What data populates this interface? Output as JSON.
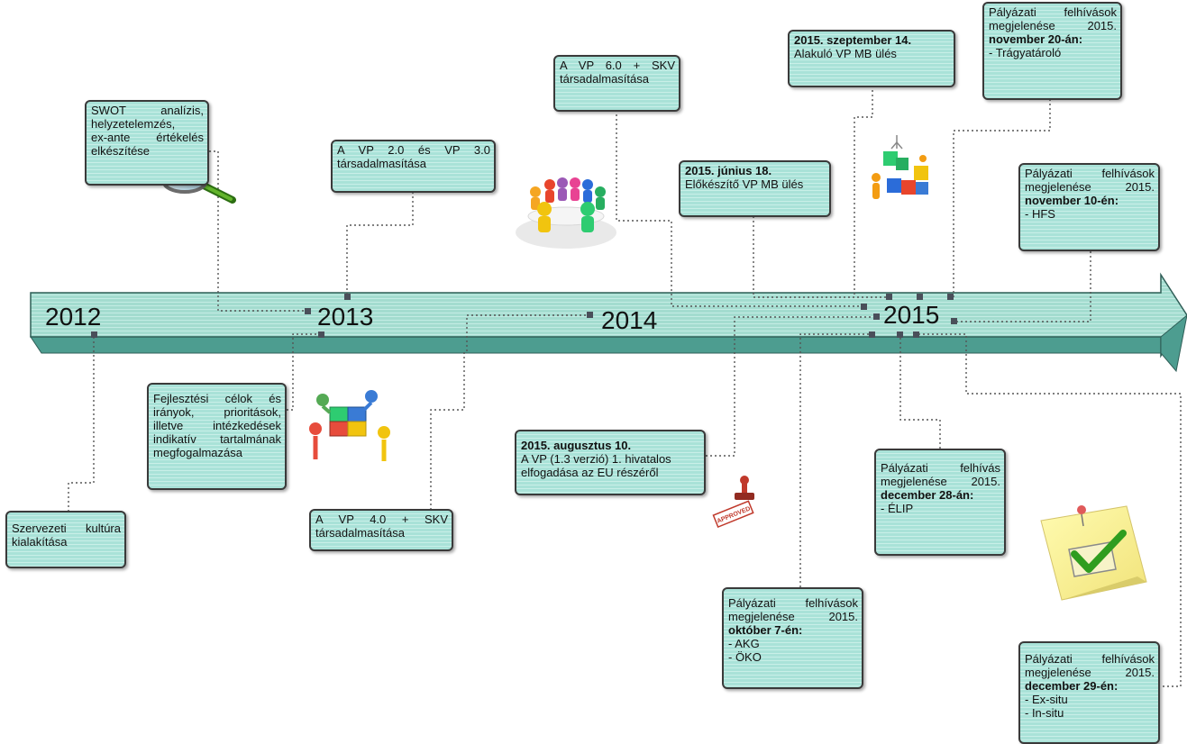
{
  "years": [
    "2012",
    "2013",
    "2014",
    "2015"
  ],
  "boxes": {
    "swot": {
      "lines": [
        "SWOT analízis,",
        "helyzetelemzés,",
        "ex-ante értékelés",
        "elkészítése"
      ]
    },
    "vp2": {
      "lines": [
        "A VP 2.0 és VP 3.0",
        "társadalmasítása"
      ]
    },
    "vp6": {
      "lines": [
        "A VP 6.0 + SKV",
        "társadalmasítása"
      ]
    },
    "jun18": {
      "bold": "2015. június 18.",
      "lines": [
        "Előkészítő VP MB ülés"
      ]
    },
    "sep14": {
      "bold": "2015. szeptember 14.",
      "lines": [
        "Alakuló VP MB ülés"
      ]
    },
    "nov20": {
      "lines": [
        "Pályázati felhívások",
        "megjelenése 2015."
      ],
      "bold": "november 20-án:",
      "items": [
        "- Trágyatároló"
      ]
    },
    "nov10": {
      "lines": [
        "Pályázati felhívások",
        "megjelenése 2015."
      ],
      "bold": "november 10-én:",
      "items": [
        "- HFS"
      ]
    },
    "fejl": {
      "lines": [
        "Fejlesztési célok és",
        "irányok, prioritások,",
        "illetve intézkedések",
        "indikatív tartalmának",
        "megfogalmazása"
      ]
    },
    "szerv": {
      "lines": [
        "Szervezeti kultúra",
        "kialakítása"
      ]
    },
    "vp4": {
      "lines": [
        "A VP 4.0 + SKV",
        "társadalmasítása"
      ]
    },
    "aug10": {
      "bold": "2015. augusztus 10.",
      "lines": [
        "A VP (1.3 verzió) 1. hivatalos",
        "elfogadása az EU részéről"
      ]
    },
    "dec28": {
      "lines": [
        "Pályázati felhívás",
        "megjelenése 2015."
      ],
      "bold": "december 28-án:",
      "items": [
        "- ÉLIP"
      ]
    },
    "okt7": {
      "lines": [
        "Pályázati felhívások",
        "megjelenése 2015."
      ],
      "bold": "október 7-én:",
      "items": [
        "- AKG",
        "- ÖKO"
      ]
    },
    "dec29": {
      "lines": [
        "Pályázati felhívások",
        "megjelenése 2015."
      ],
      "bold": "december 29-én:",
      "items": [
        "- Ex-situ",
        "- In-situ"
      ]
    }
  },
  "stamp_text": "APPROVED",
  "colors": {
    "arrow_top": "#9fdccf",
    "arrow_side": "#4c9c8f",
    "box_fill": "#a9e2d8",
    "connector": "#555555"
  }
}
